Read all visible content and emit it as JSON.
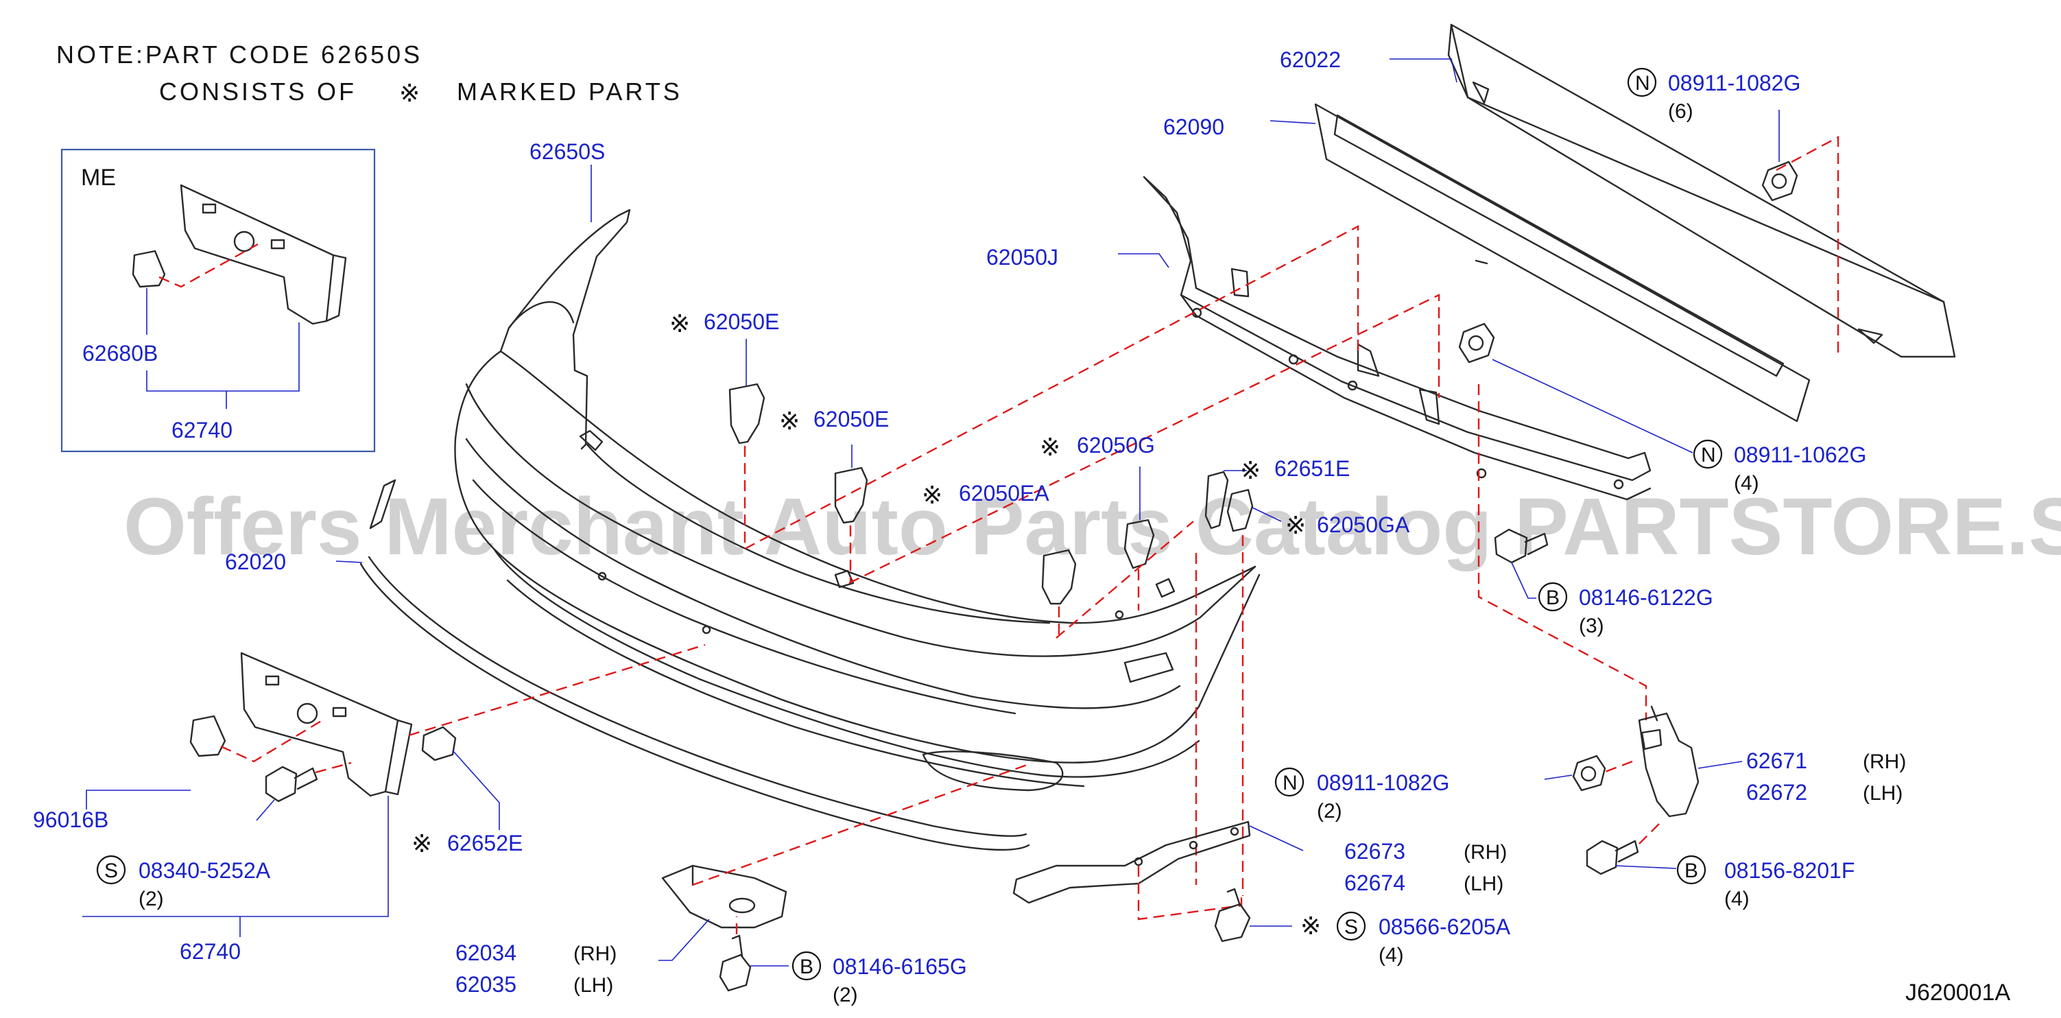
{
  "note": {
    "line1": "NOTE:PART  CODE  62650S",
    "line2": "CONSISTS  OF",
    "line2b": "MARKED  PARTS",
    "mark_symbol": "※"
  },
  "inset": {
    "title": "ME",
    "label_a": "62680B",
    "label_b": "62740"
  },
  "labels": {
    "p62022": "62022",
    "p62090": "62090",
    "p62650S": "62650S",
    "p62050J": "62050J",
    "p62050E_1": "62050E",
    "p62050E_2": "62050E",
    "p62050EA": "62050EA",
    "p62050G": "62050G",
    "p62651E": "62651E",
    "p62050GA": "62050GA",
    "p62020": "62020",
    "p96016B": "96016B",
    "p62740": "62740",
    "p62652E": "62652E",
    "p62034": "62034",
    "p62035": "62035",
    "p62673": "62673",
    "p62674": "62674",
    "p62671": "62671",
    "p62672": "62672"
  },
  "fasteners": {
    "n1": {
      "prefix": "N",
      "code": "08911-1082G",
      "qty": "(6)"
    },
    "n2": {
      "prefix": "N",
      "code": "08911-1062G",
      "qty": "(4)"
    },
    "b1": {
      "prefix": "B",
      "code": "08146-6122G",
      "qty": "(3)"
    },
    "n3": {
      "prefix": "N",
      "code": "08911-1082G",
      "qty": "(2)"
    },
    "s1": {
      "prefix": "S",
      "code": "08340-5252A",
      "qty": "(2)"
    },
    "b2": {
      "prefix": "B",
      "code": "08146-6165G",
      "qty": "(2)"
    },
    "s2": {
      "prefix": "S",
      "code": "08566-6205A",
      "qty": "(4)"
    },
    "b3": {
      "prefix": "B",
      "code": "08156-8201F",
      "qty": "(4)"
    }
  },
  "sides": {
    "rh": "(RH)",
    "lh": "(LH)"
  },
  "watermark": "Offers Merchant Auto Parts Catalog PARTSTORE.SA",
  "diagram_code": "J620001A",
  "colors": {
    "label": "#1a22c8",
    "dashed_line": "#e01818",
    "line_art": "#2a2a2a",
    "watermark": "#c9c9c9"
  }
}
